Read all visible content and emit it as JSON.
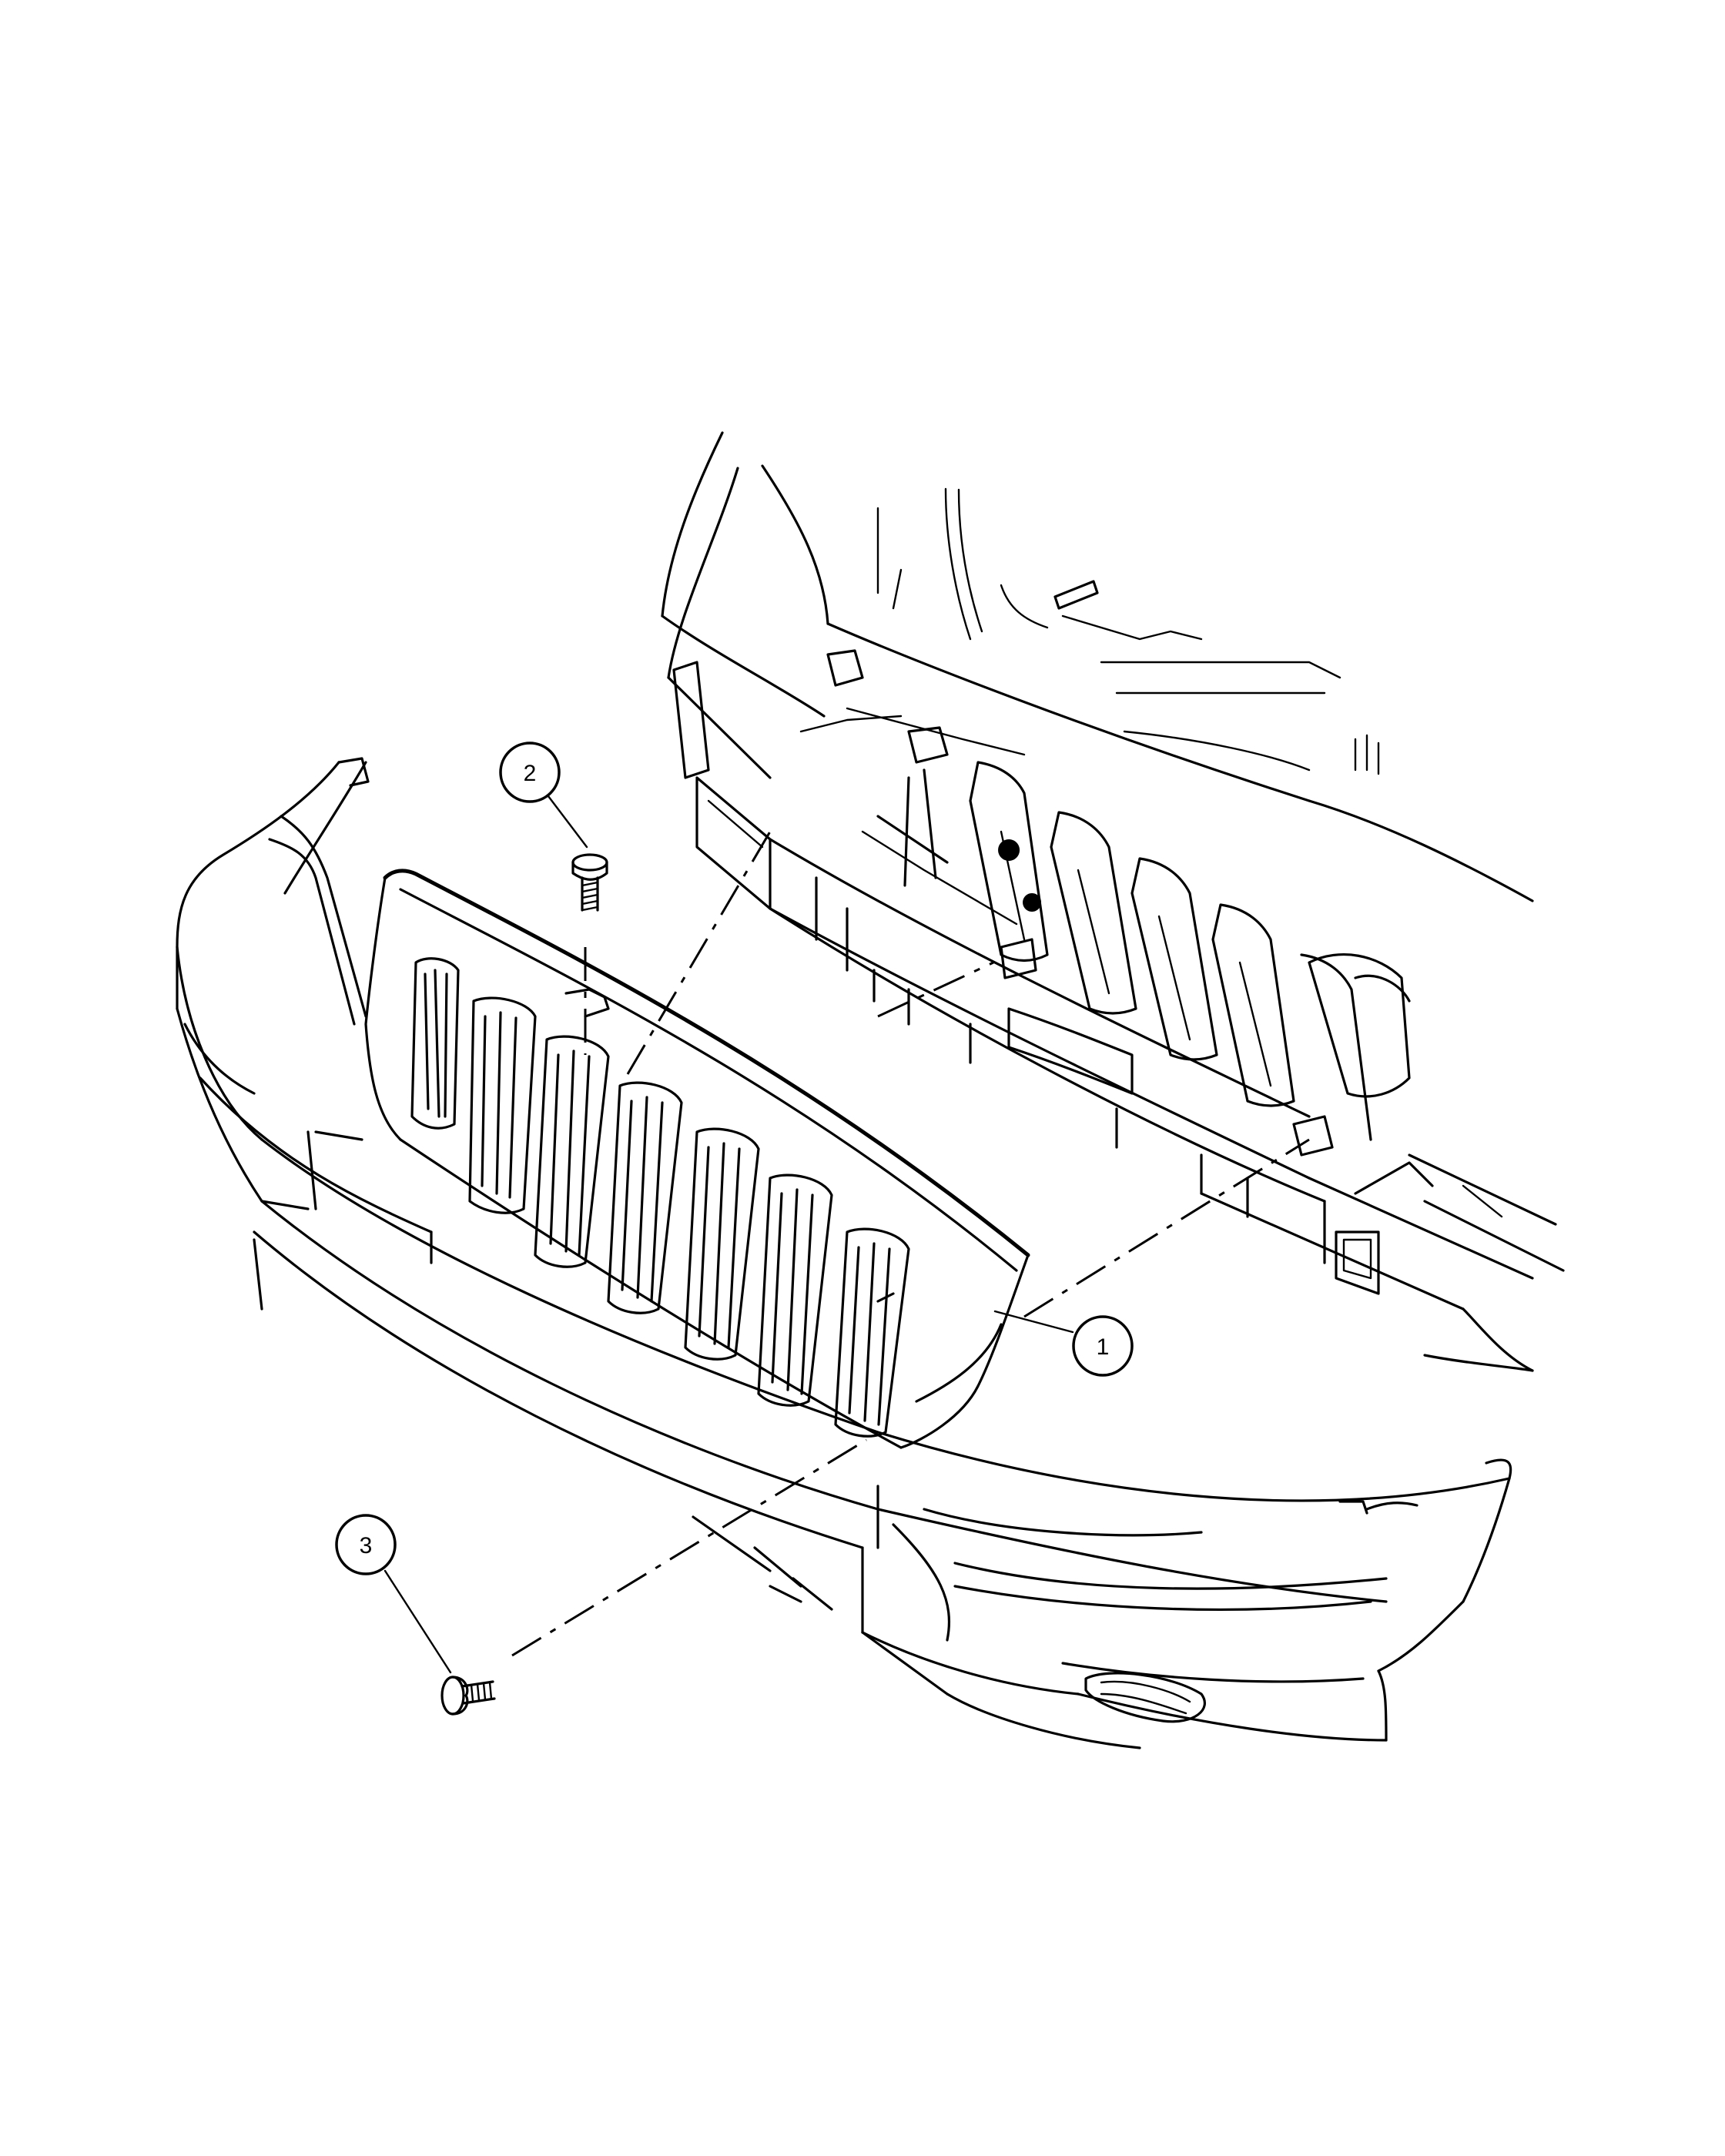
{
  "callouts": [
    {
      "id": "c1",
      "label": "1"
    },
    {
      "id": "c2",
      "label": "2"
    },
    {
      "id": "c3",
      "label": "3"
    }
  ],
  "colors": {
    "ink": "#000000",
    "background": "#ffffff"
  }
}
